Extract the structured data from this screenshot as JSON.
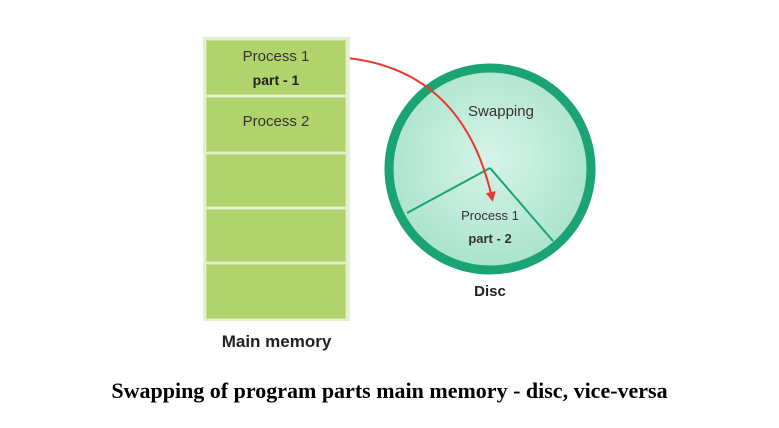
{
  "main_memory": {
    "label": "Main memory",
    "cells": [
      {
        "line1": "Process 1",
        "line2": "part - 1"
      },
      {
        "line1": "Process 2",
        "line2": ""
      },
      {
        "line1": "",
        "line2": ""
      },
      {
        "line1": "",
        "line2": ""
      },
      {
        "line1": "",
        "line2": ""
      }
    ]
  },
  "disc": {
    "label": "Disc",
    "swap_label": "Swapping",
    "segment_line1": "Process 1",
    "segment_line2": "part - 2"
  },
  "caption": "Swapping of program parts main memory - disc, vice-versa",
  "colors": {
    "memory_cell": "#b1d36b",
    "disc_fill": "#c9ecde",
    "disc_border": "#1aa474",
    "arrow": "#e8392b"
  }
}
